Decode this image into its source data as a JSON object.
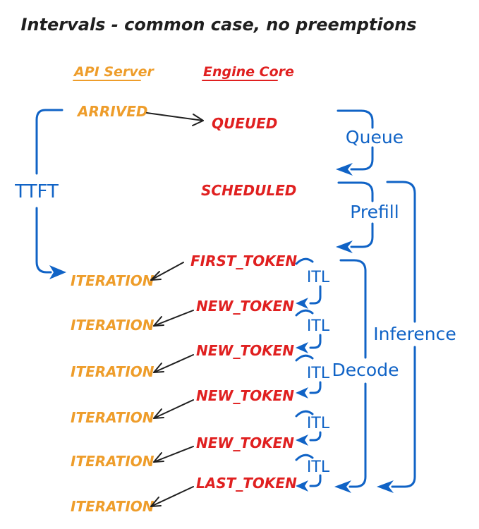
{
  "title": "Intervals - common case, no preemptions",
  "headers": {
    "api": "API Server",
    "engine": "Engine Core"
  },
  "events": {
    "arrived": "ARRIVED",
    "queued": "QUEUED",
    "scheduled": "SCHEDULED",
    "tokens": [
      "FIRST_TOKEN",
      "NEW_TOKEN",
      "NEW_TOKEN",
      "NEW_TOKEN",
      "NEW_TOKEN",
      "LAST_TOKEN"
    ],
    "iterations": [
      "ITERATION",
      "ITERATION",
      "ITERATION",
      "ITERATION",
      "ITERATION",
      "ITERATION"
    ]
  },
  "intervals": {
    "ttft": "TTFT",
    "queue": "Queue",
    "prefill": "Prefill",
    "decode": "Decode",
    "inference": "Inference",
    "itl": [
      "ITL",
      "ITL",
      "ITL",
      "ITL",
      "ITL"
    ]
  },
  "colors": {
    "orange": "#EE9D2B",
    "red": "#E02020",
    "blue": "#1063C6",
    "ink": "#1f1f1f"
  }
}
